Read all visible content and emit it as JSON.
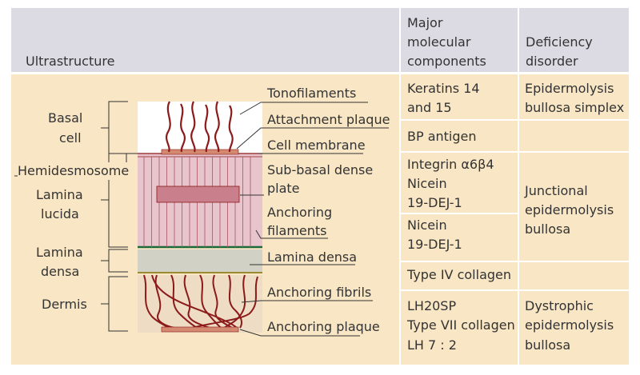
{
  "header": {
    "ultrastructure": "Ultrastructure",
    "components_line1": "Major",
    "components_line2": "molecular",
    "components_line3": "components",
    "deficiency_line1": "Deficiency",
    "deficiency_line2": "disorder"
  },
  "left_labels": {
    "basal_cell_1": "Basal",
    "basal_cell_2": "cell",
    "hemidesmosome": "Hemidesmosome",
    "lamina_lucida_1": "Lamina",
    "lamina_lucida_2": "lucida",
    "lamina_densa_1": "Lamina",
    "lamina_densa_2": "densa",
    "dermis": "Dermis"
  },
  "diagram_labels": {
    "tonofilaments": "Tonofilaments",
    "attachment_plaque": "Attachment plaque",
    "cell_membrane": "Cell membrane",
    "sub_basal_1": "Sub-basal dense",
    "sub_basal_2": "plate",
    "anchoring_filaments_1": "Anchoring",
    "anchoring_filaments_2": "filaments",
    "lamina_densa": "Lamina densa",
    "anchoring_fibrils": "Anchoring fibrils",
    "anchoring_plaque": "Anchoring plaque"
  },
  "components": {
    "keratins_1": "Keratins 14",
    "keratins_2": "and 15",
    "bp_antigen": "BP antigen",
    "integrin": "Integrin α6β4",
    "nicein_a": "Nicein",
    "dej_a": "19-DEJ-1",
    "nicein_b": "Nicein",
    "dej_b": "19-DEJ-1",
    "collagen_iv": "Type IV collagen",
    "lh20sp": "LH20SP",
    "collagen_vii": "Type VII collagen",
    "lh72": "LH 7 : 2"
  },
  "disorders": {
    "ebs_1": "Epidermolysis",
    "ebs_2": "bullosa simplex",
    "jeb_1": "Junctional",
    "jeb_2": "epidermolysis",
    "jeb_3": "bullosa",
    "deb_1": "Dystrophic",
    "deb_2": "epidermolysis",
    "deb_3": "bullosa"
  },
  "colors": {
    "header_bg": "#dcdbe3",
    "panel_bg": "#f8e6c4",
    "filament": "#8b1a1a",
    "lucida_fill": "#e8c4cc",
    "densa_fill": "#d2d1c5",
    "dermis_fill": "#eedcc4",
    "plaque": "#d48a70",
    "membrane_line": "#1a6a3a"
  }
}
